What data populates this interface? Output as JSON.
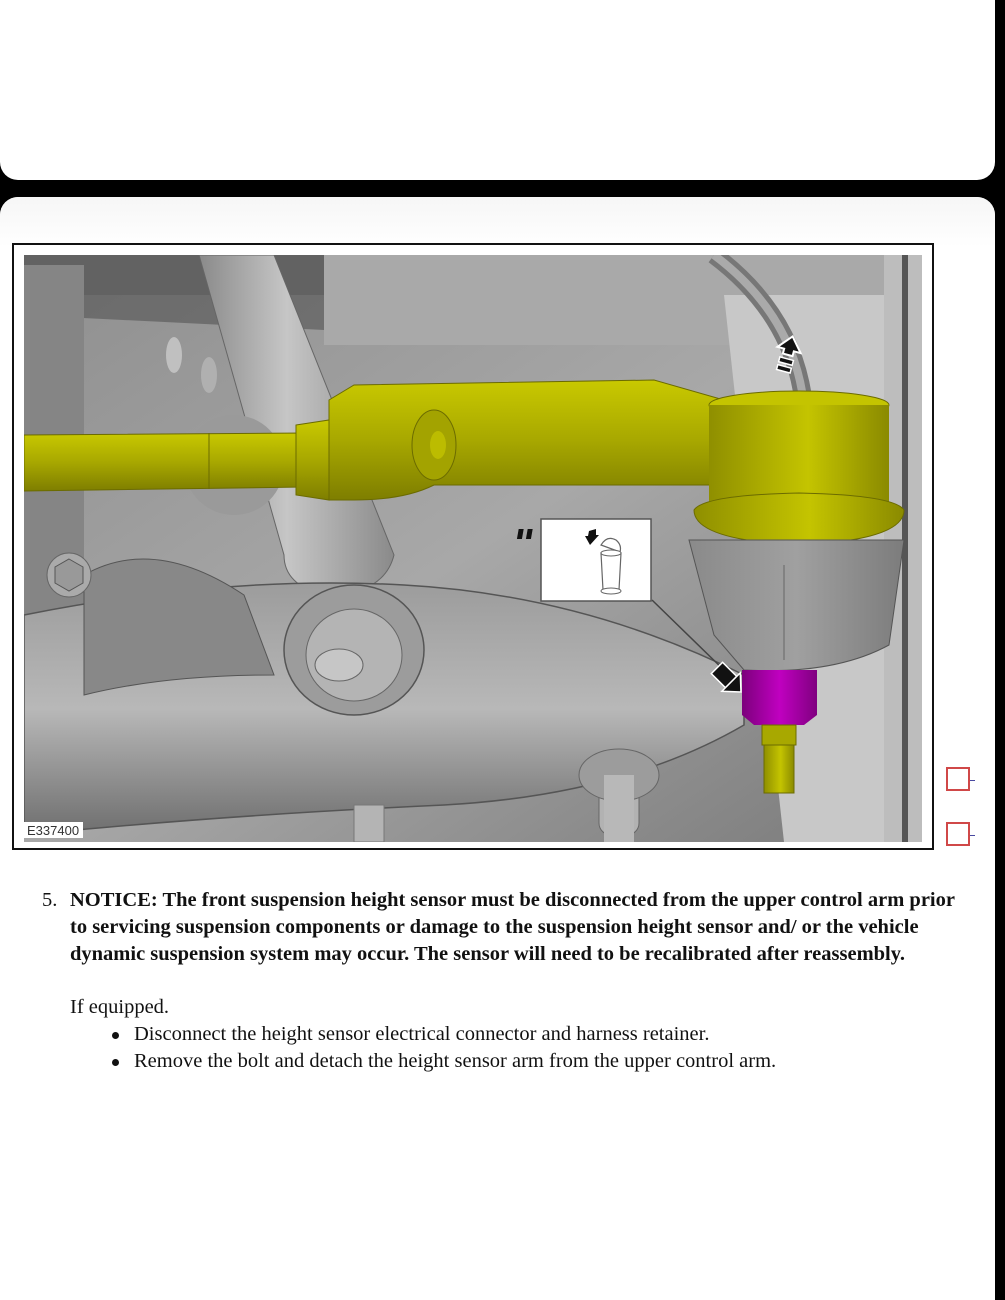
{
  "figure": {
    "id_label": "E337400",
    "inset_icon": "trash-can-discard-icon",
    "arrow_icons": [
      "up-arrow-disconnect-icon",
      "down-right-arrow-icon"
    ],
    "colors": {
      "highlight_yellow": "#b8b800",
      "highlight_magenta": "#b000b0",
      "background_gray": "#9a9a9a"
    }
  },
  "checkboxes": [
    {
      "checked": false
    },
    {
      "checked": false
    }
  ],
  "step": {
    "number": "5.",
    "notice": "NOTICE: The front suspension height sensor must be disconnected from the upper control arm prior to servicing suspension components or damage to the suspension height sensor and/ or the vehicle dynamic suspension system may occur. The sensor will need to be recalibrated after reassembly.",
    "condition": "If equipped.",
    "bullets": [
      "Disconnect the height sensor electrical connector and harness retainer.",
      "Remove the bolt and detach the height sensor arm from the upper control arm."
    ]
  }
}
